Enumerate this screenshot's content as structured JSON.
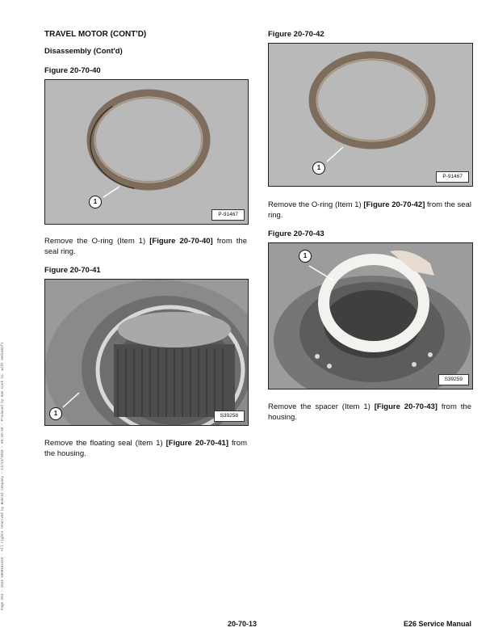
{
  "header": {
    "section_title": "TRAVEL MOTOR (CONT'D)",
    "subsection_title": "Disassembly (Cont'd)"
  },
  "figures": [
    {
      "label": "Figure 20-70-40",
      "code": "P-91467",
      "callout": "1"
    },
    {
      "label": "Figure 20-70-41",
      "code": "S39258",
      "callout": "1"
    },
    {
      "label": "Figure 20-70-42",
      "code": "P-91467",
      "callout": "1"
    },
    {
      "label": "Figure 20-70-43",
      "code": "S39259",
      "callout": "1"
    }
  ],
  "instructions": [
    {
      "pre": "Remove the O-ring (Item 1) ",
      "ref": "[Figure 20-70-40]",
      "post": " from the seal ring."
    },
    {
      "pre": "Remove the floating seal (Item 1) ",
      "ref": "[Figure 20-70-41]",
      "post": " from the housing."
    },
    {
      "pre": "Remove the O-ring (Item 1) ",
      "ref": "[Figure 20-70-42]",
      "post": " from the seal ring."
    },
    {
      "pre": "Remove the spacer (Item 1) ",
      "ref": "[Figure 20-70-43]",
      "post": " from the housing."
    }
  ],
  "sidebar_text": "Page 254 - 2024 6000104442 - All rights reserved by Bobcat Company - 11/13/2018 - 09:10:39 - Produced by Kan Cook Co. with mediaSoft",
  "footer": {
    "page_number": "20-70-13",
    "manual_title": "E26 Service Manual"
  },
  "colors": {
    "photo_bg": "#bdbdbd",
    "ring": "#8a7a6a",
    "metal": "#7d7d7d"
  }
}
